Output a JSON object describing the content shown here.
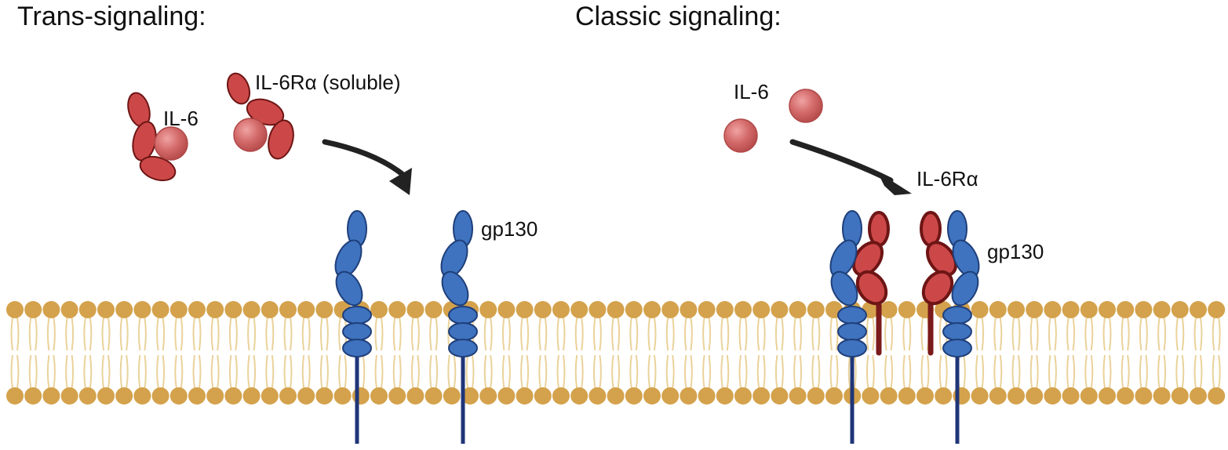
{
  "panels": {
    "trans": {
      "title": "Trans-signaling:",
      "il6_label": "IL-6",
      "receptor_label": "IL-6Rα (soluble)",
      "gp130_label": "gp130"
    },
    "classic": {
      "title": "Classic signaling:",
      "il6_label": "IL-6",
      "receptor_label": "IL-6Rα",
      "gp130_label": "gp130"
    }
  },
  "colors": {
    "gp130_fill": "#3f73bf",
    "gp130_stroke": "#1f3f7a",
    "gp130_tail": "#1f3578",
    "receptor_fill": "#cc4848",
    "receptor_stroke": "#6e1515",
    "receptor_tail": "#7a1a1a",
    "il6_fill": "#d46b6b",
    "lipid_head": "#d4a24c",
    "lipid_tail": "#ead29a",
    "arrow": "#222222"
  }
}
